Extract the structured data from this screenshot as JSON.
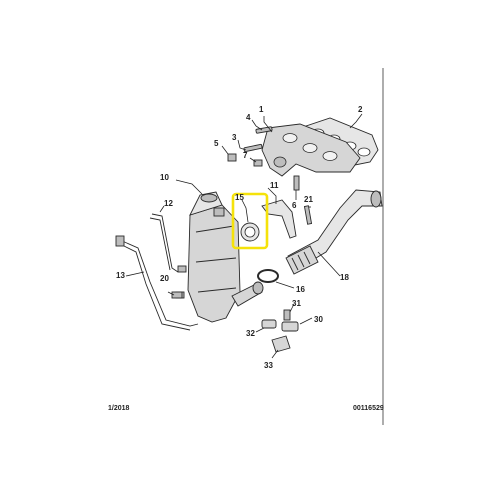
{
  "diagram": {
    "callouts": [
      {
        "id": "c1",
        "text": "1"
      },
      {
        "id": "c2",
        "text": "2"
      },
      {
        "id": "c3",
        "text": "3"
      },
      {
        "id": "c4",
        "text": "4"
      },
      {
        "id": "c5",
        "text": "5"
      },
      {
        "id": "c6",
        "text": "6"
      },
      {
        "id": "c7",
        "text": "7"
      },
      {
        "id": "c10",
        "text": "10"
      },
      {
        "id": "c11",
        "text": "11"
      },
      {
        "id": "c12",
        "text": "12"
      },
      {
        "id": "c13",
        "text": "13"
      },
      {
        "id": "c15",
        "text": "15"
      },
      {
        "id": "c16",
        "text": "16"
      },
      {
        "id": "c18",
        "text": "18"
      },
      {
        "id": "c20",
        "text": "20"
      },
      {
        "id": "c21",
        "text": "21"
      },
      {
        "id": "c30",
        "text": "30"
      },
      {
        "id": "c31",
        "text": "31"
      },
      {
        "id": "c32",
        "text": "32"
      },
      {
        "id": "c33",
        "text": "33"
      }
    ],
    "highlight_color": "#f5e20a",
    "footer_date": "1/2018",
    "footer_ref": "00116529"
  }
}
